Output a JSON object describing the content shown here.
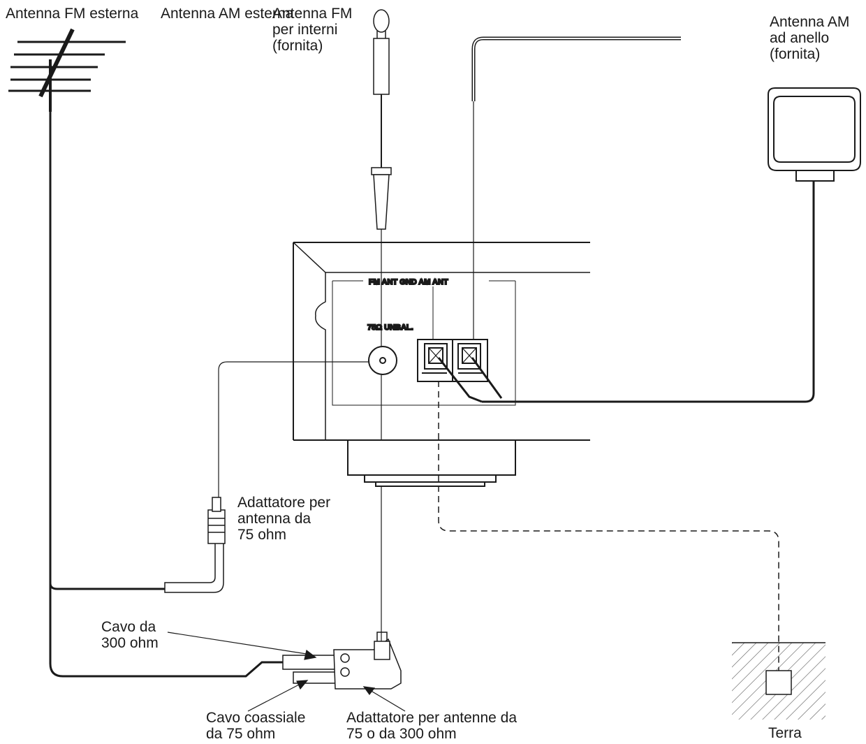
{
  "labels": {
    "fm_outdoor": "Antenna FM esterna",
    "am_outdoor": "Antenna AM esterna",
    "fm_indoor": "Antenna FM\nper interni\n(fornita)",
    "am_loop": "Antenna AM\nad anello\n(fornita)",
    "adapter_75": "Adattatore per\nantenna da\n75 ohm",
    "cable_300": "Cavo da\n300 ohm",
    "coax_75": "Cavo coassiale\nda 75 ohm",
    "adapter_75_300": "Adattatore per antenne da\n75 o da 300 ohm",
    "ground": "Terra"
  },
  "panel": {
    "terminals_label": "FM ANT GND AM ANT",
    "unbal_label": "75Ω UNBAL."
  },
  "colors": {
    "line": "#1a1a1a",
    "background": "#ffffff"
  }
}
